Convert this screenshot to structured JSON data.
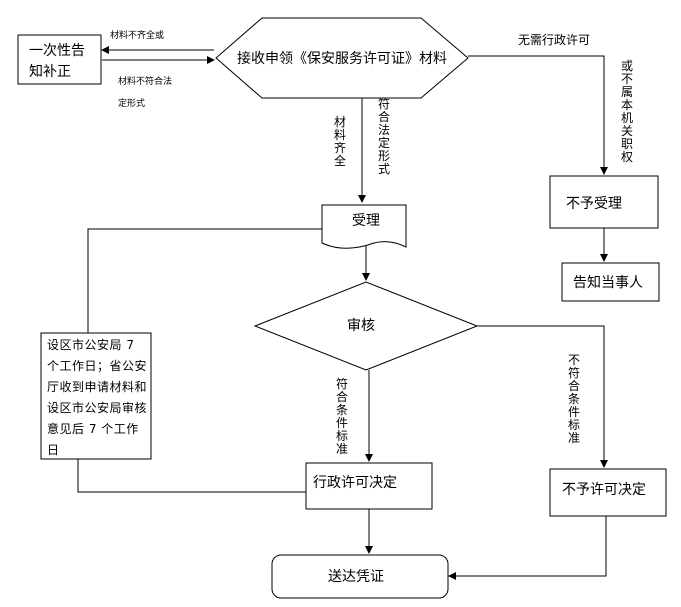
{
  "nodes": {
    "receive": "接收申领《保安服务许可证》材料",
    "notify_once": [
      "一次性告",
      "知补正"
    ],
    "accept": "受理",
    "reject_accept": "不予受理",
    "inform_party": "告知当事人",
    "review": "审核",
    "time_limit": "设区市公安局 7 个工作日；省公安厅收到申请材料和设区市公安局审核意见后 7 个工作日",
    "permit_decision": "行政许可决定",
    "deny_decision": "不予许可决定",
    "deliver": "送达凭证"
  },
  "labels": {
    "incomplete": "材料不齐全或",
    "nonconform": "材料不符合法",
    "nonconform_2": "定形式",
    "no_permit_needed": "无需行政许可",
    "not_jurisdiction": "或不属本机关职权",
    "complete": "材料齐全",
    "conform": "符合法定形式",
    "meets": "符合条件标准",
    "not_meets": "不符合条件标准"
  }
}
